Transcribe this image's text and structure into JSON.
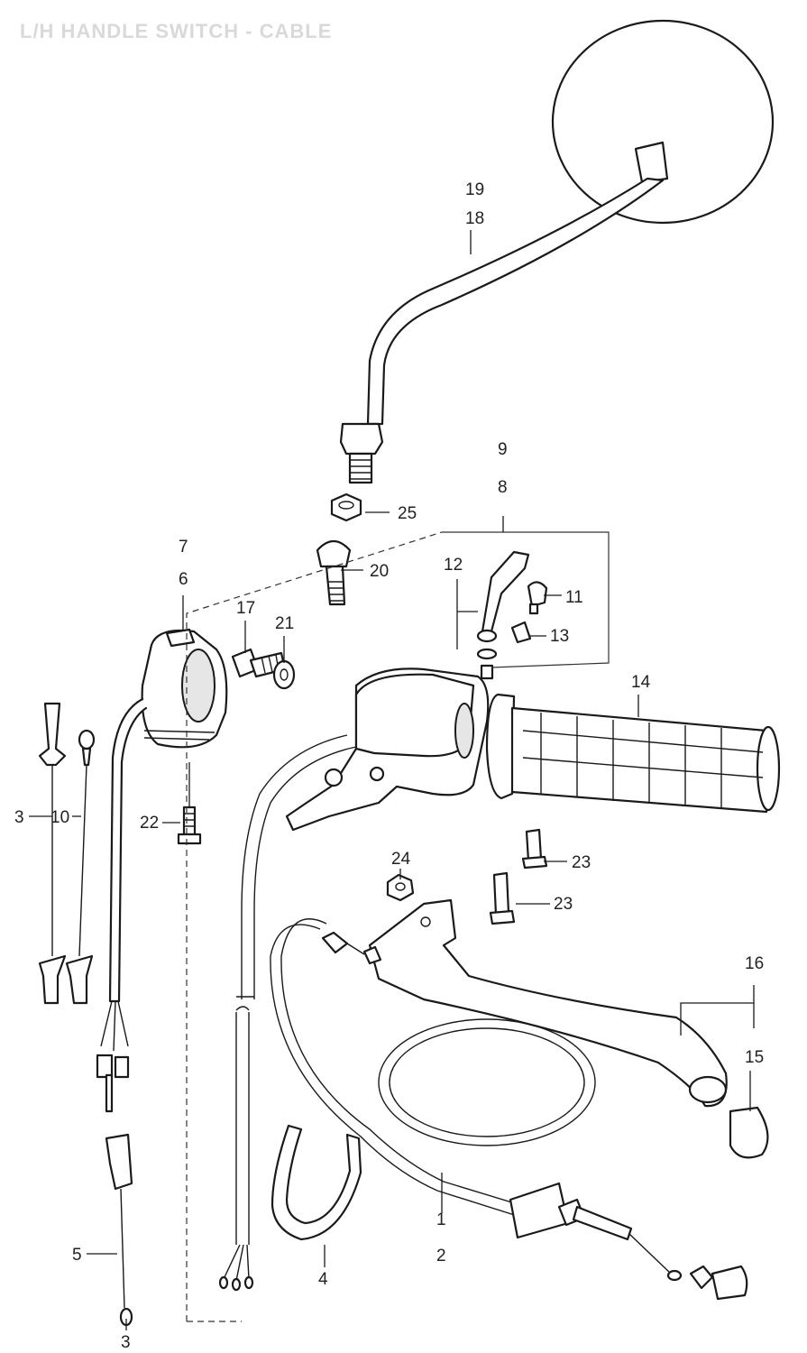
{
  "title": "L/H HANDLE SWITCH - CABLE",
  "callouts": {
    "c1": "1",
    "c2": "2",
    "c3a": "3",
    "c3b": "3",
    "c4": "4",
    "c5": "5",
    "c6": "6",
    "c7": "7",
    "c8": "8",
    "c9": "9",
    "c10": "10",
    "c11": "11",
    "c12": "12",
    "c13": "13",
    "c14": "14",
    "c15": "15",
    "c16": "16",
    "c17": "17",
    "c18": "18",
    "c19": "19",
    "c20": "20",
    "c21": "21",
    "c22": "22",
    "c23a": "23",
    "c23b": "23",
    "c24": "24",
    "c25": "25"
  },
  "colors": {
    "line": "#1a1a1a",
    "title": "#d9d9d9",
    "background": "#ffffff"
  }
}
